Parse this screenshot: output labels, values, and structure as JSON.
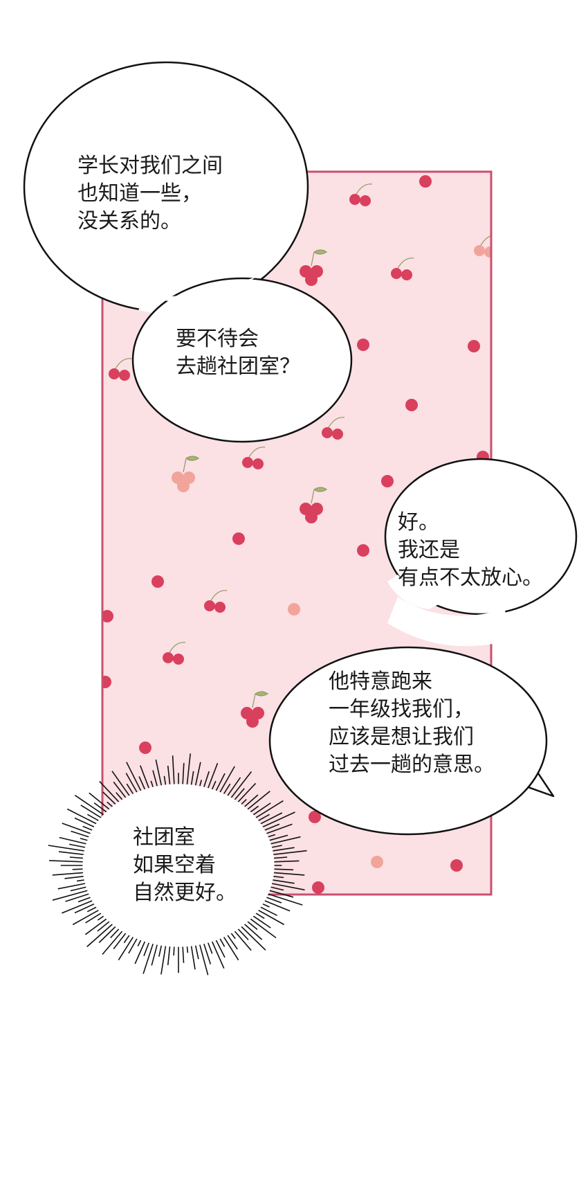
{
  "palette": {
    "panel_fill": "#fbe0e4",
    "panel_border": "#c8506e",
    "cherry": "#d9405e",
    "cherry_light": "#f1a49a",
    "stem": "#8a9a60",
    "bubble_fill": "#ffffff",
    "bubble_stroke": "#111111"
  },
  "dialogue": [
    {
      "lines": [
        "学长对我们之间",
        "也知道一些，",
        "没关系的。"
      ]
    },
    {
      "lines": [
        "要不待会",
        "去趟社团室？"
      ]
    },
    {
      "lines": [
        "好。",
        "我还是",
        "有点不太放心。"
      ]
    },
    {
      "lines": [
        "他特意跑来",
        "一年级找我们，",
        "应该是想让我们",
        "过去一趟的意思。"
      ]
    },
    {
      "lines": [
        "社团室",
        "如果空着",
        "自然更好。"
      ]
    }
  ]
}
